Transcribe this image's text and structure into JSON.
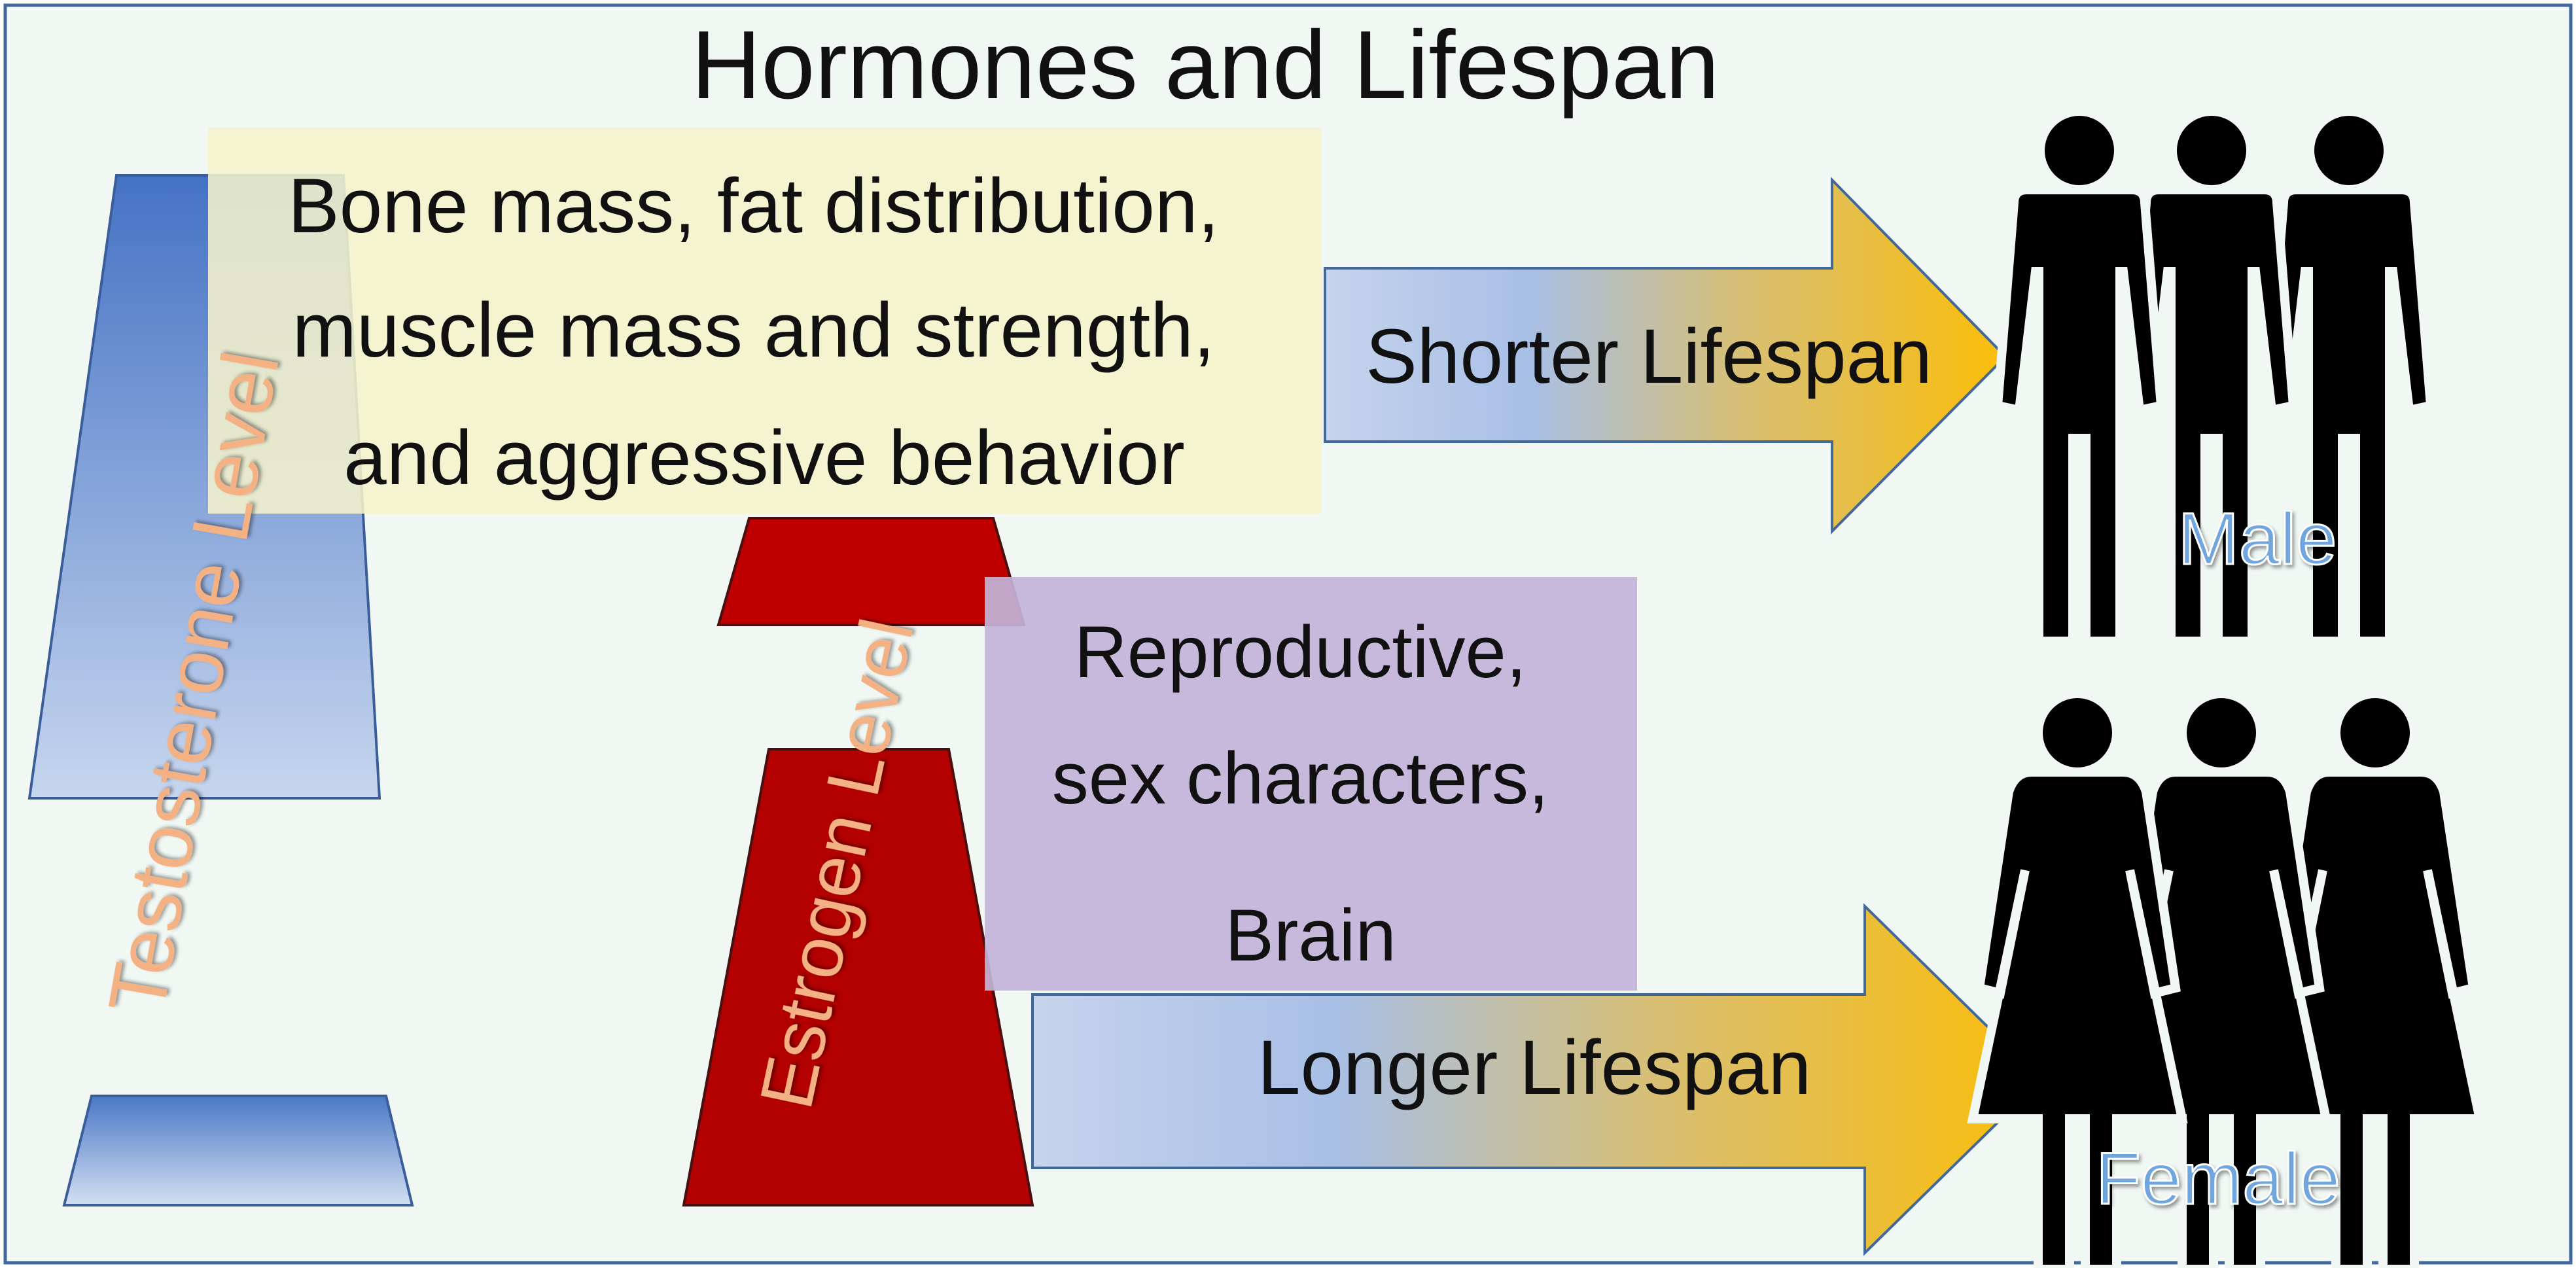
{
  "title": "Hormones and Lifespan",
  "testosterone": {
    "label": "Testosterone Level",
    "effects": [
      "Bone mass, fat distribution,",
      "muscle mass and strength,",
      "and aggressive behavior"
    ],
    "outcome": "Shorter Lifespan",
    "group": "Male"
  },
  "estrogen": {
    "label": "Estrogen Level",
    "effects": [
      "Reproductive,",
      "sex characters,",
      "Brain"
    ],
    "outcome": "Longer Lifespan",
    "group": "Female"
  },
  "colors": {
    "background": "#f1f8f4",
    "border": "#41689b",
    "testosterone_top": "#4472c4",
    "testosterone_bottom": "#c7d6ee",
    "estrogen": "#b30000",
    "estrogen_light": "#c00000",
    "effect_box_1": "#f5f2cc",
    "effect_box_2": "#c3b3d8",
    "arrow_start": "#c6d4ec",
    "arrow_mid": "#a8bfe6",
    "arrow_end": "#fbbd08",
    "hormone_label": "#f4b183",
    "group_label": "#6fa6dd",
    "silhouette": "#000000"
  },
  "icons": [
    "male-figure-icon",
    "female-figure-icon"
  ]
}
